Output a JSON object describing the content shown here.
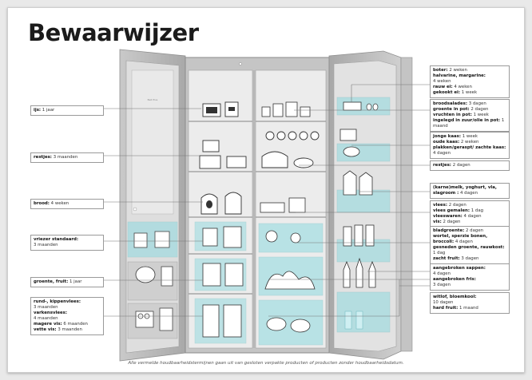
{
  "title": "Bewaarwijzer",
  "footnote": "Alle vermelde houdbaarheidstermijnen gaan uit van gesloten verpakte producten of producten zonder houdbaarheidsdatum.",
  "door_brand": "Bell Plus",
  "colors": {
    "accent": "#7fd3dc",
    "frame": "#bdbdbd",
    "label_border": "#9a9a9a"
  },
  "left_labels": {
    "ijs": {
      "name": "ijs:",
      "value": "1 jaar"
    },
    "restjes": {
      "name": "restjes:",
      "value": "3 maanden"
    },
    "brood": {
      "name": "brood:",
      "value": "4 weken"
    },
    "vriezer": {
      "name": "vriezer standaard:",
      "value": "3 maanden"
    },
    "groente": {
      "name": "groente, fruit:",
      "value": "1 jaar"
    },
    "vlees": [
      {
        "name": "rund-, kippenvlees:",
        "value": "3 maanden"
      },
      {
        "name": "varkensvlees:",
        "value": "4 maanden"
      },
      {
        "name": "magere vis:",
        "value": "6 maanden"
      },
      {
        "name": "vette vis:",
        "value": "3 maanden"
      }
    ]
  },
  "right_labels": {
    "boter": [
      {
        "name": "boter:",
        "value": "2 weken"
      },
      {
        "name": "halvarine, margarine:",
        "value": "4 weken"
      },
      {
        "name": "rauw ei:",
        "value": "4 weken"
      },
      {
        "name": "gekookt ei:",
        "value": "1 week"
      }
    ],
    "salades": [
      {
        "name": "broodsalades:",
        "value": "3 dagen"
      },
      {
        "name": "groente in pot:",
        "value": "2 dagen"
      },
      {
        "name": "vruchten in pot:",
        "value": "1 week"
      },
      {
        "name": "ingelegd in zuur/olie in pot:",
        "value": "1 maand"
      }
    ],
    "kaas": [
      {
        "name": "jonge kaas:",
        "value": "1 week"
      },
      {
        "name": "oude kaas:",
        "value": "2 weken"
      },
      {
        "name": "plakken/geraspt/ zachte kaas:",
        "value": "4 dagen"
      }
    ],
    "restjes": {
      "name": "restjes:",
      "value": "2 dagen"
    },
    "melk": {
      "name": "(karne)melk, yoghurt, vla, slagroom :",
      "value": "4 dagen"
    },
    "vlees": [
      {
        "name": "vlees:",
        "value": "2 dagen"
      },
      {
        "name": "vlees gemalen:",
        "value": "1 dag"
      },
      {
        "name": "vleeswaren:",
        "value": "4 dagen"
      },
      {
        "name": "vis:",
        "value": "2 dagen"
      }
    ],
    "groente": [
      {
        "name": "bladgroente:",
        "value": "2 dagen"
      },
      {
        "name": "wortel, sperzie bonen, broccoli:",
        "value": "4 dagen"
      },
      {
        "name": "gesneden groente, rauwkost:",
        "value": "1 dag"
      },
      {
        "name": "zacht fruit:",
        "value": "3 dagen"
      }
    ],
    "sappen": [
      {
        "name": "aangebroken sappen:",
        "value": "4 dagen"
      },
      {
        "name": "aangebroken fris:",
        "value": "3 dagen"
      }
    ],
    "witlof": [
      {
        "name": "witlof, bloemkool:",
        "value": "10 dagen"
      },
      {
        "name": "hard fruit:",
        "value": "1 maand"
      }
    ]
  }
}
